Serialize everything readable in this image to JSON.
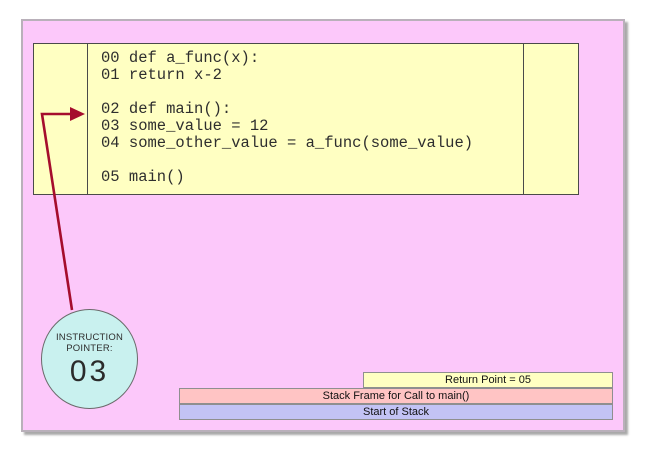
{
  "colors": {
    "slide_bg": "#fcc8fa",
    "code_bg": "#ffffc2",
    "pointer_bg": "#c9f1ef",
    "arrow": "#a50d2d"
  },
  "code_box": {
    "lines": [
      "00 def a_func(x):",
      "01 return x-2",
      "",
      "02 def main():",
      "03 some_value = 12",
      "04 some_other_value = a_func(some_value)",
      "",
      "05 main()"
    ]
  },
  "instruction_pointer": {
    "label_line1": "INSTRUCTION",
    "label_line2": "POINTER:",
    "value": "03"
  },
  "stack": {
    "bars": [
      {
        "label": "Return Point = 05",
        "color": "#ffffc2"
      },
      {
        "label": "Stack Frame for Call to main()",
        "color": "#ffc4c4"
      },
      {
        "label": "Start of Stack",
        "color": "#c3c3f5"
      }
    ]
  }
}
